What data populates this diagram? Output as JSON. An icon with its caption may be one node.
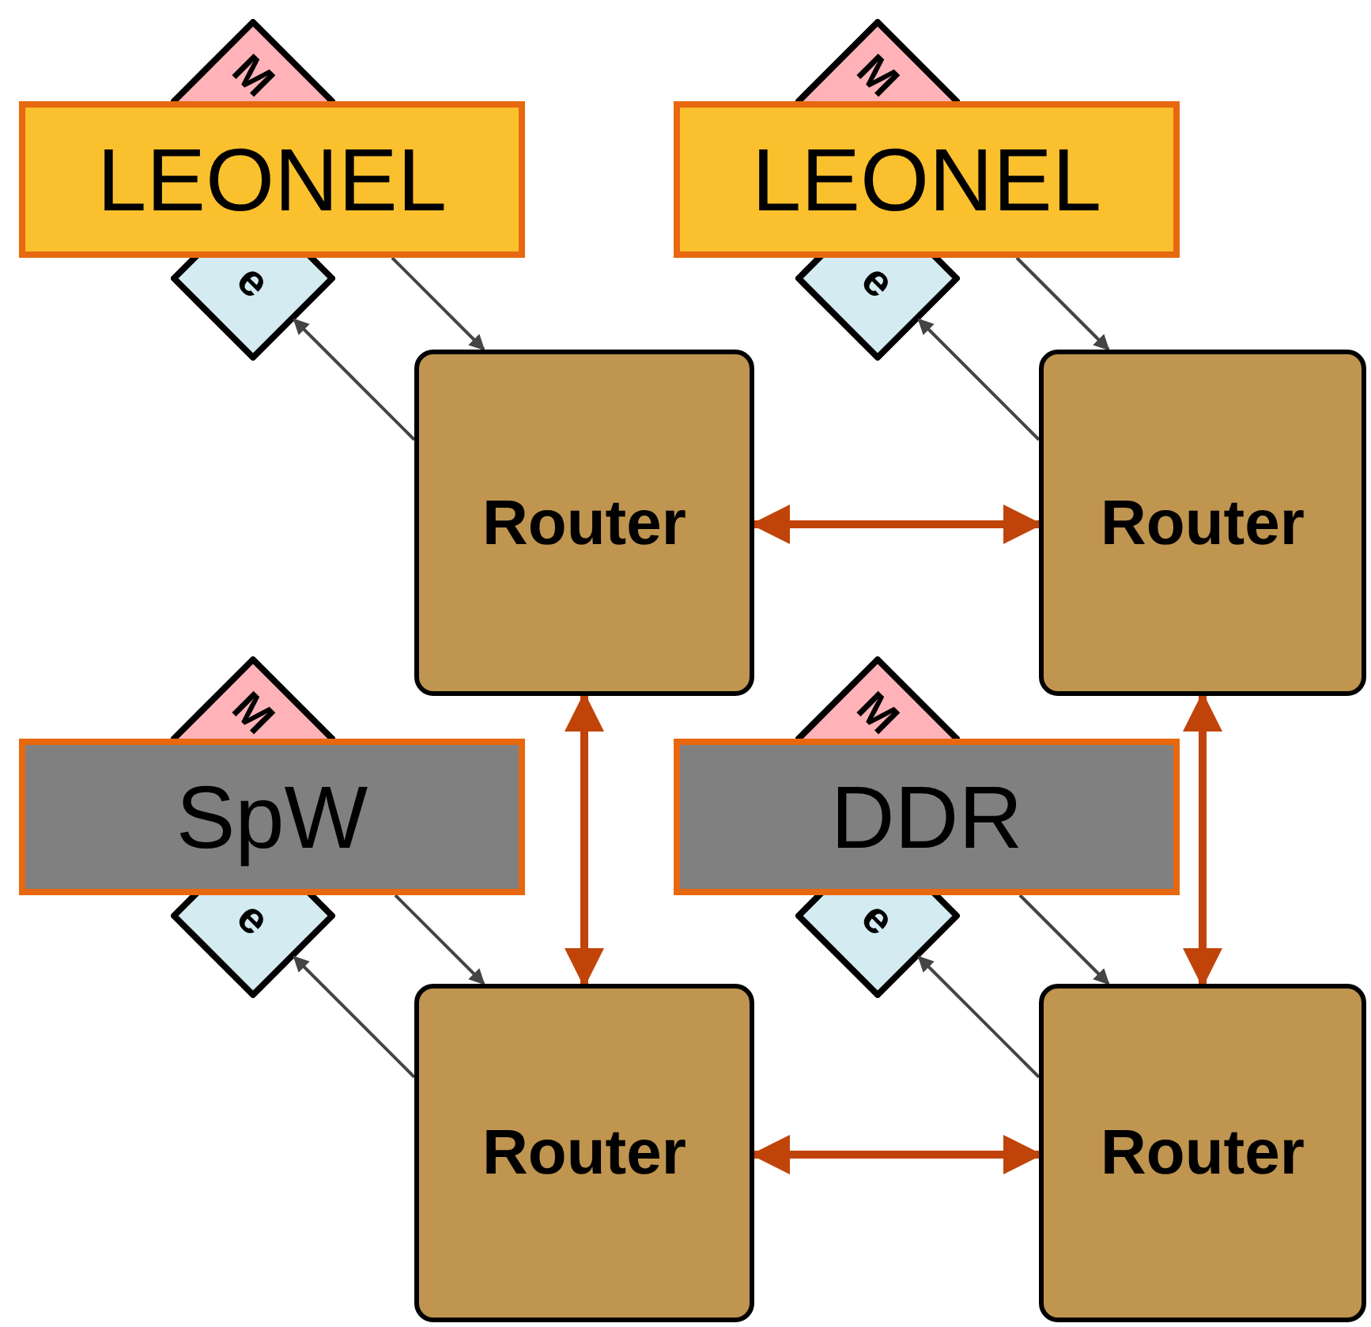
{
  "diagram": {
    "nodes": [
      {
        "text": [
          "M"
        ]
      },
      {
        "text": [
          "e"
        ]
      },
      {
        "text": [
          "LEONEL"
        ]
      },
      {
        "text": [
          "M"
        ]
      },
      {
        "text": [
          "e"
        ]
      },
      {
        "text": [
          "LEONEL"
        ]
      },
      {
        "text": [
          "Router"
        ]
      },
      {
        "text": [
          "Router"
        ]
      },
      {
        "text": [
          "M"
        ]
      },
      {
        "text": [
          "e"
        ]
      },
      {
        "text": [
          "SpW"
        ]
      },
      {
        "text": [
          "M"
        ]
      },
      {
        "text": [
          "e"
        ]
      },
      {
        "text": [
          "DDR"
        ]
      },
      {
        "text": [
          "Router"
        ]
      },
      {
        "text": [
          "Router"
        ]
      }
    ],
    "edges": [
      {
        "from": 2,
        "to": 6,
        "arrow": "to"
      },
      {
        "from": 6,
        "to": 1,
        "arrow": "to"
      },
      {
        "from": 5,
        "to": 7,
        "arrow": "to"
      },
      {
        "from": 7,
        "to": 4,
        "arrow": "to"
      },
      {
        "from": 10,
        "to": 14,
        "arrow": "to"
      },
      {
        "from": 14,
        "to": 9,
        "arrow": "to"
      },
      {
        "from": 13,
        "to": 15,
        "arrow": "to"
      },
      {
        "from": 15,
        "to": 12,
        "arrow": "to"
      },
      {
        "from": 6,
        "to": 7,
        "arrow": "both",
        "style": "thick",
        "color": "#c0440a"
      },
      {
        "from": 6,
        "to": 14,
        "arrow": "both",
        "style": "thick",
        "color": "#c0440a"
      },
      {
        "from": 7,
        "to": 15,
        "arrow": "both",
        "style": "thick",
        "color": "#c0440a"
      },
      {
        "from": 14,
        "to": 15,
        "arrow": "both",
        "style": "thick",
        "color": "#c0440a"
      }
    ]
  }
}
